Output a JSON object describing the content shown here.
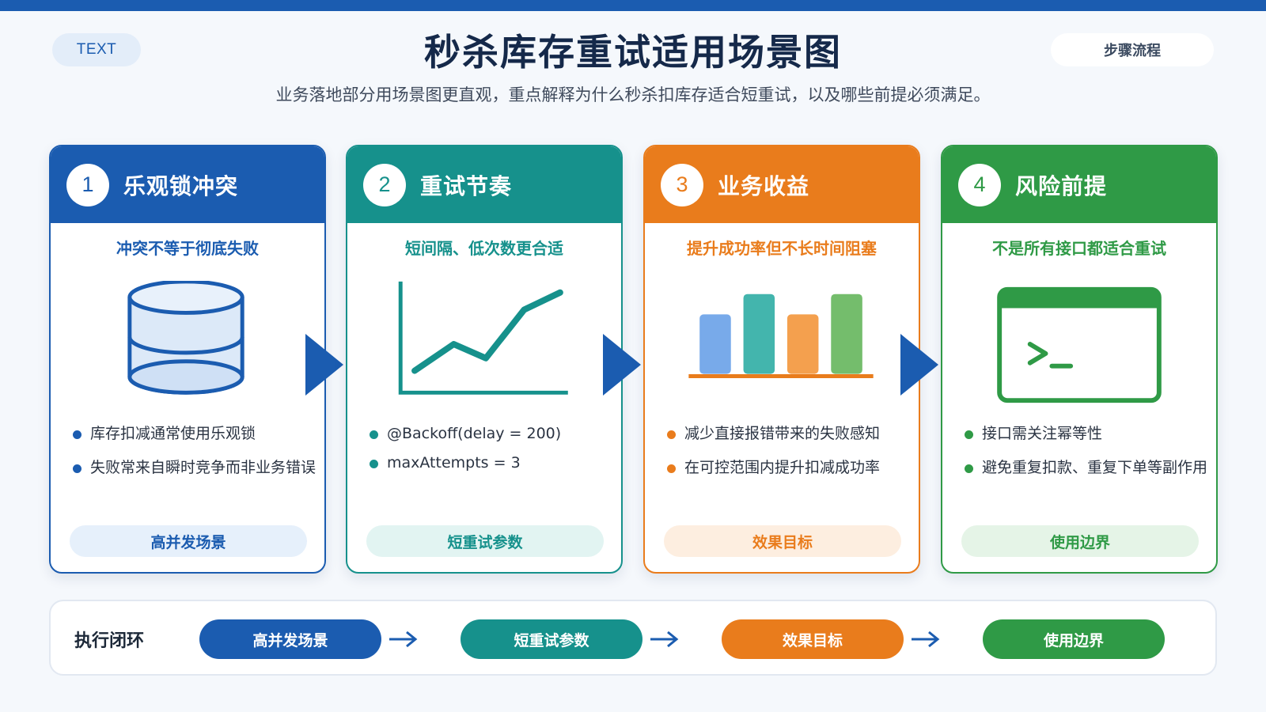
{
  "header": {
    "tag_left": "TEXT",
    "title": "秒杀库存重试适用场景图",
    "subtitle": "业务落地部分用场景图更直观，重点解释为什么秒杀扣库存适合短重试，以及哪些前提必须满足。",
    "tag_right": "步骤流程"
  },
  "colors": {
    "blue": "#1b5cb0",
    "teal": "#16918c",
    "orange": "#e97c1c",
    "green": "#2f9a46"
  },
  "cards": [
    {
      "number": "1",
      "title": "乐观锁冲突",
      "subtitle": "冲突不等于彻底失败",
      "icon": "database-icon",
      "bullets": [
        "库存扣减通常使用乐观锁",
        "失败常来自瞬时竞争而非业务错误"
      ],
      "pill": "高并发场景"
    },
    {
      "number": "2",
      "title": "重试节奏",
      "subtitle": "短间隔、低次数更合适",
      "icon": "line-chart-icon",
      "bullets": [
        "@Backoff(delay = 200)",
        "maxAttempts = 3"
      ],
      "pill": "短重试参数"
    },
    {
      "number": "3",
      "title": "业务收益",
      "subtitle": "提升成功率但不长时间阻塞",
      "icon": "bar-chart-icon",
      "bullets": [
        "减少直接报错带来的失败感知",
        "在可控范围内提升扣减成功率"
      ],
      "pill": "效果目标"
    },
    {
      "number": "4",
      "title": "风险前提",
      "subtitle": "不是所有接口都适合重试",
      "icon": "terminal-icon",
      "bullets": [
        "接口需关注幂等性",
        "避免重复扣款、重复下单等副作用"
      ],
      "pill": "使用边界"
    }
  ],
  "loop": {
    "label": "执行闭环",
    "steps": [
      "高并发场景",
      "短重试参数",
      "效果目标",
      "使用边界"
    ]
  }
}
